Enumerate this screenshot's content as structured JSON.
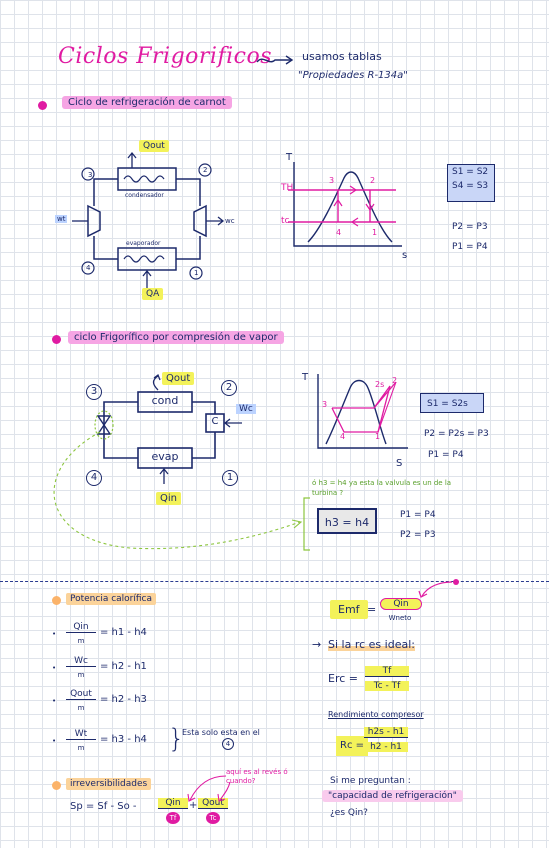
{
  "header": {
    "title": "Ciclos Frigorificos",
    "note_line1": "usamos tablas",
    "note_line2": "\"Propiedades R-134a\""
  },
  "section1": {
    "heading": "Ciclo de refrigeración de carnot",
    "q_out": "Qout",
    "q_in": "QA",
    "w_t": "wt",
    "w_c": "wc",
    "condenser": "condensador",
    "evaporator": "evaporador",
    "states": [
      "1",
      "2",
      "3",
      "4"
    ],
    "ts_T": "T",
    "ts_s": "s",
    "ts_TH": "TH",
    "ts_TC": "tc",
    "ts_points": [
      "3",
      "2",
      "4",
      "1"
    ],
    "props_box": [
      "S1 = S2",
      "S4 = S3"
    ],
    "props_extra": [
      "P2 = P3",
      "P1 = P4"
    ]
  },
  "section2": {
    "heading": "ciclo Frigorífico por compresión de vapor",
    "q_out": "Qout",
    "q_in": "Qin",
    "w_c": "Wc",
    "cond": "cond",
    "evap": "evap",
    "comp": "C",
    "states": [
      "3",
      "2",
      "4",
      "1"
    ],
    "ts_T": "T",
    "ts_s": "S",
    "ts_points": [
      "3",
      "2s",
      "2",
      "4",
      "1"
    ],
    "props_box": "S1 = S2s",
    "props_extra": [
      "P2 = P2s = P3",
      "P1 = P4"
    ],
    "valve_note": "ó h3 = h4 ya esta la valvula es un de la turbina ?",
    "h_box": "h3 = h4",
    "h_extra": [
      "P1 = P4",
      "P2 = P3"
    ]
  },
  "section3": {
    "heading": "Potencia calorífica",
    "eq1_num": "Qin",
    "eq1_den": "m",
    "eq1_rhs": "= h1 - h4",
    "eq2_num": "Wc",
    "eq2_den": "m",
    "eq2_rhs": "= h2 - h1",
    "eq3_num": "Qout",
    "eq3_den": "m",
    "eq3_rhs": "= h2 - h3",
    "eq4_num": "Wt",
    "eq4_den": "m",
    "eq4_rhs": "= h3 - h4",
    "eq4_note": "Esta solo esta en el",
    "eq4_note_ref": "4",
    "emf_left": "Emf",
    "emf_num": "Qin",
    "emf_den": "Wneto",
    "ideal_arrow": "→",
    "ideal_text": "Si la rc es ideal:",
    "erc_left": "Erc =",
    "erc_num": "Tf",
    "erc_den": "Tc - Tf",
    "rend_heading": "Rendimiento compresor",
    "rend_left": "Rc =",
    "rend_num": "h2s - h1",
    "rend_den": "h2 - h1",
    "irr_heading": "irreversibilidades",
    "sp_eq": "Sp = Sf - So -",
    "sp_q1": "Qin",
    "sp_t1": "Tf",
    "sp_q2": "Qout",
    "sp_t2": "Tc",
    "sp_plus": "+",
    "note_pink": "aquí es al revés ó cuando?",
    "question_line1": "Si me preguntan :",
    "question_line2": "\"capacidad de refrigeración\"",
    "question_line3": "¿es Qin?",
    "color_pink": "#e01ba2",
    "color_yellow": "#f3f25a",
    "color_orange": "#fbd39a",
    "color_green": "#8dc63f",
    "color_ink": "#1d2a6b"
  }
}
